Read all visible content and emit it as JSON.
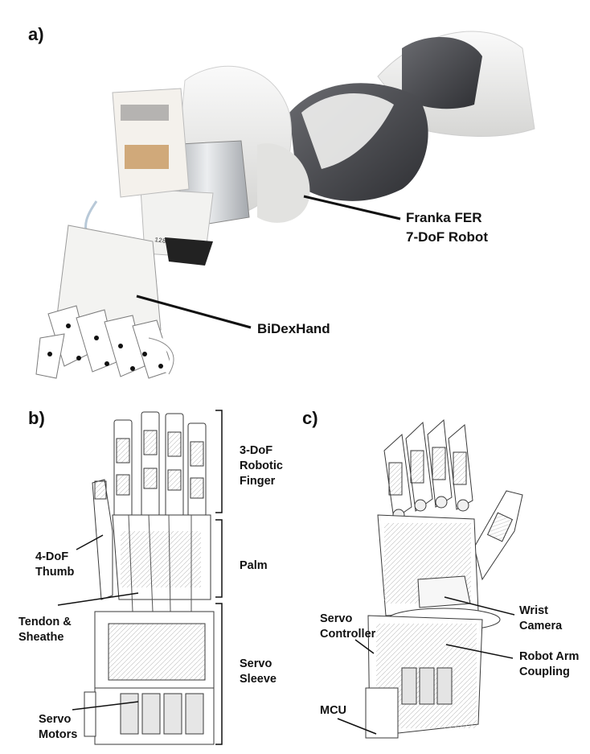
{
  "panels": {
    "a": {
      "label": "a)",
      "callouts": [
        {
          "id": "robot",
          "lines": [
            "Franka FER",
            "7-DoF Robot"
          ]
        },
        {
          "id": "hand",
          "lines": [
            "BiDexHand"
          ]
        }
      ]
    },
    "b": {
      "label": "b)",
      "brackets": [
        {
          "id": "finger",
          "lines": [
            "3-DoF",
            "Robotic",
            "Finger"
          ]
        },
        {
          "id": "palm",
          "lines": [
            "Palm"
          ]
        },
        {
          "id": "sleeve",
          "lines": [
            "Servo",
            "Sleeve"
          ]
        }
      ],
      "callouts": [
        {
          "id": "thumb",
          "lines": [
            "4-DoF",
            "Thumb"
          ]
        },
        {
          "id": "tendon",
          "lines": [
            "Tendon &",
            "Sheathe"
          ]
        },
        {
          "id": "motors",
          "lines": [
            "Servo",
            "Motors"
          ]
        }
      ]
    },
    "c": {
      "label": "c)",
      "callouts": [
        {
          "id": "servo-controller",
          "lines": [
            "Servo",
            "Controller"
          ]
        },
        {
          "id": "mcu",
          "lines": [
            "MCU"
          ]
        },
        {
          "id": "wrist-camera",
          "lines": [
            "Wrist",
            "Camera"
          ]
        },
        {
          "id": "coupling",
          "lines": [
            "Robot Arm",
            "Coupling"
          ]
        }
      ]
    }
  },
  "colors": {
    "arm_white": "#e9e9e7",
    "arm_dark": "#4a4b4f",
    "metal": "#c9ccd0",
    "line": "#111111"
  }
}
